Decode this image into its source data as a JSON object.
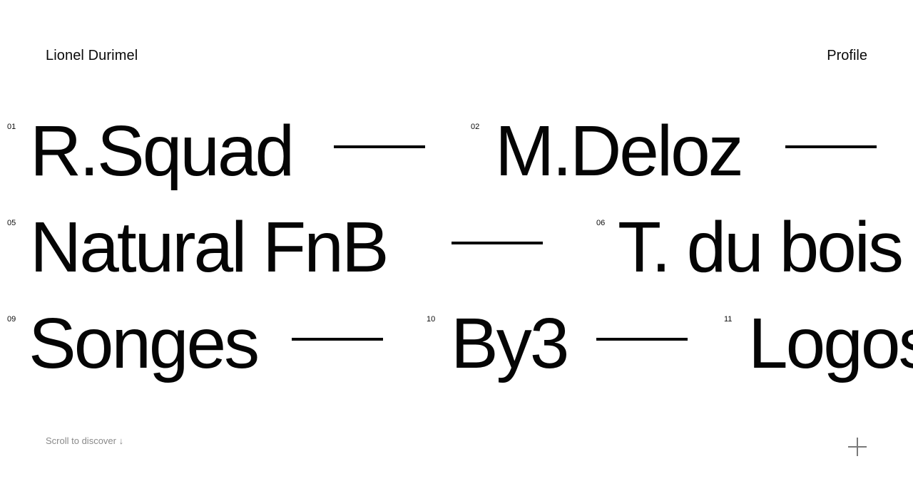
{
  "header": {
    "site_name": "Lionel Durimel",
    "profile_label": "Profile"
  },
  "projects": [
    {
      "number": "01",
      "name": "R.Squad"
    },
    {
      "number": "02",
      "name": "M.Deloz"
    },
    {
      "number": "05",
      "name": "Natural FnB"
    },
    {
      "number": "06",
      "name": "T. du bois"
    },
    {
      "number": "09",
      "name": "Songes"
    },
    {
      "number": "10",
      "name": "By3"
    },
    {
      "number": "11",
      "name": "Logos"
    }
  ],
  "footer": {
    "scroll_hint": "Scroll to discover ↓",
    "plus_icon": "plus-icon"
  }
}
